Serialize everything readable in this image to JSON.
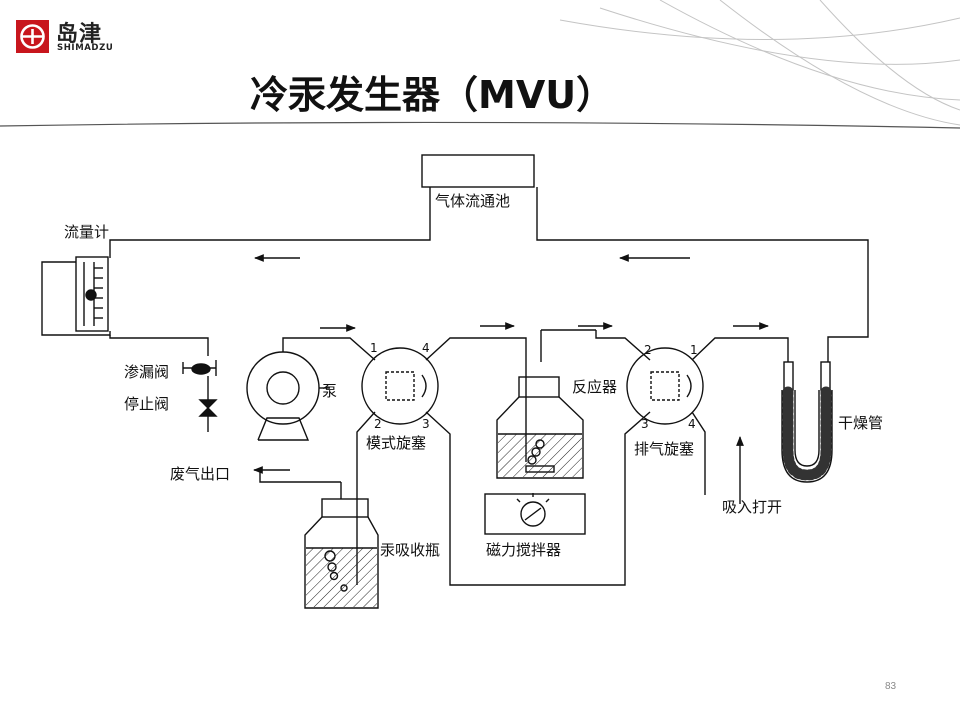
{
  "brand": {
    "name": "岛津",
    "subtitle": "SHIMADZU"
  },
  "title": "冷汞发生器（MVU）",
  "page_number": "83",
  "diagram": {
    "labels": {
      "gas_cell": "气体流通池",
      "flowmeter": "流量计",
      "leak_valve": "渗漏阀",
      "stop_valve": "停止阀",
      "pump": "泵",
      "mode_cock": "模式旋塞",
      "reactor": "反应器",
      "exhaust_cock": "排气旋塞",
      "drying_tube": "干燥管",
      "exhaust_outlet": "废气出口",
      "suction_open": "吸入打开",
      "mercury_absorber": "汞吸收瓶",
      "magnetic_stirrer": "磁力搅拌器"
    },
    "port_numbers": {
      "mode_cock": [
        "1",
        "4",
        "2",
        "3"
      ],
      "exhaust_cock": [
        "2",
        "1",
        "3",
        "4"
      ]
    }
  }
}
